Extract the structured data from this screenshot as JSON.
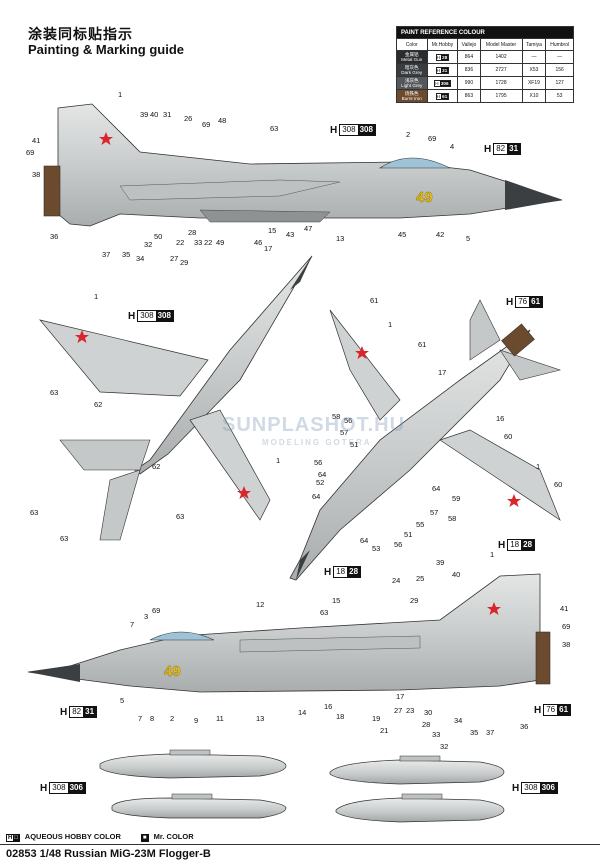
{
  "header": {
    "title_cn": "涂装同标贴指示",
    "title_en": "Painting & Marking guide"
  },
  "paint_table": {
    "caption": "PAINT REFERENCE COLOUR",
    "columns": [
      "Color",
      "Mr.Hobby",
      "Vallejo",
      "Model Master",
      "Tamiya",
      "Humbrol"
    ],
    "rows": [
      {
        "swatch_color": "#2a2d30",
        "name_cn": "金属铝",
        "name_en": "Metal Gun",
        "h_left": "H",
        "h_num": "28",
        "vallejo": "864",
        "model_master": "1402",
        "tamiya": "—",
        "humbrol": "—"
      },
      {
        "swatch_color": "#3a3d40",
        "name_cn": "暗灰色",
        "name_en": "Dark Grey",
        "h_left": "H",
        "h_num": "31",
        "vallejo": "836",
        "model_master": "2727",
        "tamiya": "X53",
        "humbrol": "156"
      },
      {
        "swatch_color": "#55585b",
        "name_cn": "浅灰色",
        "name_en": "Light Grey",
        "h_left": "H",
        "h_num": "306",
        "vallejo": "990",
        "model_master": "1728",
        "tamiya": "XF19",
        "humbrol": "127"
      },
      {
        "swatch_color": "#6b4a2e",
        "name_cn": "烧铁色",
        "name_en": "Burnt Iron",
        "h_left": "H",
        "h_num": "61",
        "vallejo": "863",
        "model_master": "1795",
        "tamiya": "X10",
        "humbrol": "53"
      }
    ]
  },
  "hcodes": {
    "a": {
      "h": "H",
      "left": "308",
      "right": "308"
    },
    "b": {
      "h": "H",
      "left": "82",
      "right": "31"
    },
    "c": {
      "h": "H",
      "left": "308",
      "right": "308"
    },
    "d": {
      "h": "H",
      "left": "76",
      "right": "61"
    },
    "e": {
      "h": "H",
      "left": "18",
      "right": "28"
    },
    "f": {
      "h": "H",
      "left": "18",
      "right": "28"
    },
    "g": {
      "h": "H",
      "left": "82",
      "right": "31"
    },
    "h": {
      "h": "H",
      "left": "76",
      "right": "61"
    },
    "i": {
      "h": "H",
      "left": "308",
      "right": "306"
    },
    "j": {
      "h": "H",
      "left": "308",
      "right": "306"
    }
  },
  "callouts": {
    "top": [
      "1",
      "39",
      "40",
      "31",
      "26",
      "69",
      "48",
      "63",
      "2",
      "69",
      "4",
      "41",
      "69",
      "38",
      "36",
      "37",
      "35",
      "34",
      "32",
      "50",
      "27",
      "29",
      "22",
      "28",
      "33",
      "22",
      "49",
      "46",
      "17",
      "15",
      "43",
      "47",
      "13",
      "45",
      "42",
      "5"
    ],
    "planview_left": [
      "1",
      "63",
      "62",
      "62",
      "1",
      "63",
      "63",
      "63"
    ],
    "planview_right": [
      "61",
      "1",
      "61",
      "17",
      "58",
      "56",
      "57",
      "51",
      "56",
      "64",
      "52",
      "64",
      "16",
      "60",
      "1",
      "59",
      "60",
      "64",
      "57",
      "58",
      "55",
      "51",
      "56",
      "53",
      "64"
    ],
    "bottom": [
      "12",
      "63",
      "15",
      "7",
      "3",
      "69",
      "5",
      "7",
      "8",
      "2",
      "9",
      "11",
      "13",
      "14",
      "16",
      "18",
      "19",
      "21",
      "24",
      "29",
      "25",
      "39",
      "40",
      "1",
      "41",
      "69",
      "38",
      "17",
      "27",
      "23",
      "30",
      "28",
      "33",
      "32",
      "34",
      "35",
      "37",
      "36"
    ]
  },
  "markings": {
    "nose_number": "49"
  },
  "legend": {
    "aqueous_h": "H",
    "aqueous_box": "□",
    "aqueous_label": "AQUEOUS HOBBY COLOR",
    "mr_box": "■",
    "mr_label": "Mr. COLOR"
  },
  "footer": {
    "code": "02853",
    "scale": "1/48",
    "name": "Russian MiG-23M Flogger-B"
  },
  "watermark": {
    "text": "SUNPLASHOT.HU",
    "sub": "MODELING GOTERA"
  }
}
